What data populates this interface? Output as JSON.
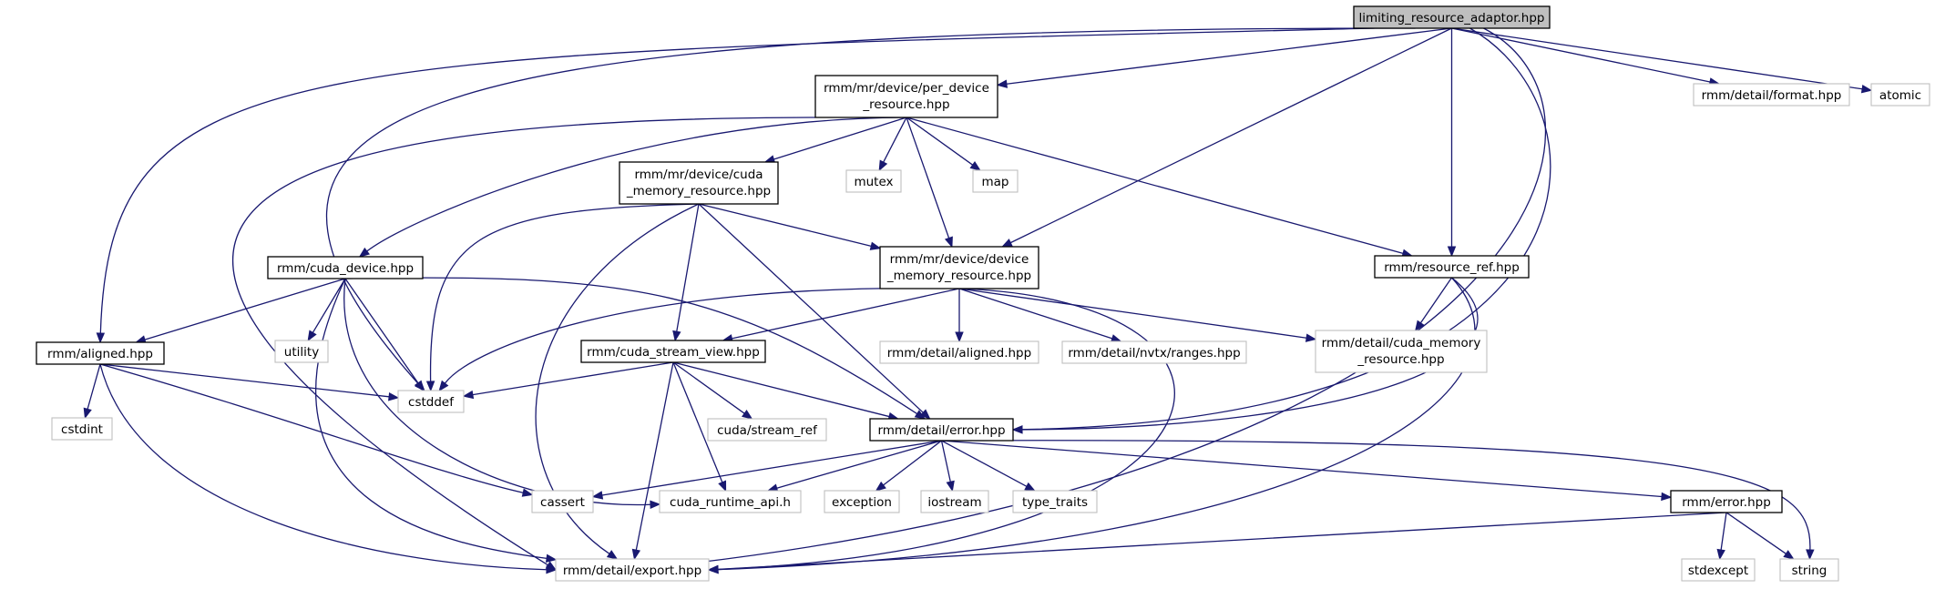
{
  "diagram": {
    "nodes": {
      "root": [
        "limiting_resource_adaptor.hpp"
      ],
      "per_device": [
        "rmm/mr/device/per_device",
        "_resource.hpp"
      ],
      "detail_format": [
        "rmm/detail/format.hpp"
      ],
      "atomic": [
        "atomic"
      ],
      "cuda_mr": [
        "rmm/mr/device/cuda",
        "_memory_resource.hpp"
      ],
      "mutex": [
        "mutex"
      ],
      "map": [
        "map"
      ],
      "cuda_device": [
        "rmm/cuda_device.hpp"
      ],
      "device_mr": [
        "rmm/mr/device/device",
        "_memory_resource.hpp"
      ],
      "resource_ref": [
        "rmm/resource_ref.hpp"
      ],
      "aligned": [
        "rmm/aligned.hpp"
      ],
      "utility": [
        "utility"
      ],
      "cuda_stream_view": [
        "rmm/cuda_stream_view.hpp"
      ],
      "detail_aligned": [
        "rmm/detail/aligned.hpp"
      ],
      "nvtx_ranges": [
        "rmm/detail/nvtx/ranges.hpp"
      ],
      "detail_cuda_mr": [
        "rmm/detail/cuda_memory",
        "_resource.hpp"
      ],
      "cstdint": [
        "cstdint"
      ],
      "cstddef": [
        "cstddef"
      ],
      "cuda_stream_ref": [
        "cuda/stream_ref"
      ],
      "detail_error": [
        "rmm/detail/error.hpp"
      ],
      "cassert": [
        "cassert"
      ],
      "cuda_runtime_api": [
        "cuda_runtime_api.h"
      ],
      "exception": [
        "exception"
      ],
      "iostream": [
        "iostream"
      ],
      "type_traits": [
        "type_traits"
      ],
      "rmm_error": [
        "rmm/error.hpp"
      ],
      "detail_export": [
        "rmm/detail/export.hpp"
      ],
      "stdexcept": [
        "stdexcept"
      ],
      "string": [
        "string"
      ]
    },
    "edges": [
      [
        "root",
        "per_device"
      ],
      [
        "root",
        "detail_format"
      ],
      [
        "root",
        "atomic"
      ],
      [
        "root",
        "aligned"
      ],
      [
        "root",
        "cstddef"
      ],
      [
        "root",
        "device_mr"
      ],
      [
        "root",
        "resource_ref"
      ],
      [
        "root",
        "detail_error"
      ],
      [
        "root",
        "detail_export"
      ],
      [
        "per_device",
        "cuda_mr"
      ],
      [
        "per_device",
        "mutex"
      ],
      [
        "per_device",
        "map"
      ],
      [
        "per_device",
        "cuda_device"
      ],
      [
        "per_device",
        "device_mr"
      ],
      [
        "per_device",
        "resource_ref"
      ],
      [
        "per_device",
        "detail_export"
      ],
      [
        "cuda_mr",
        "device_mr"
      ],
      [
        "cuda_mr",
        "cuda_stream_view"
      ],
      [
        "cuda_mr",
        "detail_error"
      ],
      [
        "cuda_mr",
        "cstddef"
      ],
      [
        "cuda_mr",
        "detail_export"
      ],
      [
        "cuda_device",
        "aligned"
      ],
      [
        "cuda_device",
        "utility"
      ],
      [
        "cuda_device",
        "cstddef"
      ],
      [
        "cuda_device",
        "cuda_runtime_api"
      ],
      [
        "cuda_device",
        "detail_error"
      ],
      [
        "cuda_device",
        "detail_export"
      ],
      [
        "device_mr",
        "cuda_stream_view"
      ],
      [
        "device_mr",
        "detail_aligned"
      ],
      [
        "device_mr",
        "nvtx_ranges"
      ],
      [
        "device_mr",
        "detail_cuda_mr"
      ],
      [
        "device_mr",
        "cstddef"
      ],
      [
        "device_mr",
        "detail_export"
      ],
      [
        "resource_ref",
        "detail_cuda_mr"
      ],
      [
        "resource_ref",
        "detail_error"
      ],
      [
        "resource_ref",
        "detail_export"
      ],
      [
        "aligned",
        "cstdint"
      ],
      [
        "aligned",
        "cstddef"
      ],
      [
        "aligned",
        "cassert"
      ],
      [
        "aligned",
        "detail_export"
      ],
      [
        "cuda_stream_view",
        "cstddef"
      ],
      [
        "cuda_stream_view",
        "cuda_stream_ref"
      ],
      [
        "cuda_stream_view",
        "detail_error"
      ],
      [
        "cuda_stream_view",
        "cuda_runtime_api"
      ],
      [
        "cuda_stream_view",
        "detail_export"
      ],
      [
        "detail_error",
        "cassert"
      ],
      [
        "detail_error",
        "cuda_runtime_api"
      ],
      [
        "detail_error",
        "exception"
      ],
      [
        "detail_error",
        "iostream"
      ],
      [
        "detail_error",
        "type_traits"
      ],
      [
        "detail_error",
        "rmm_error"
      ],
      [
        "detail_error",
        "string"
      ],
      [
        "rmm_error",
        "stdexcept"
      ],
      [
        "rmm_error",
        "string"
      ],
      [
        "rmm_error",
        "detail_export"
      ]
    ]
  }
}
